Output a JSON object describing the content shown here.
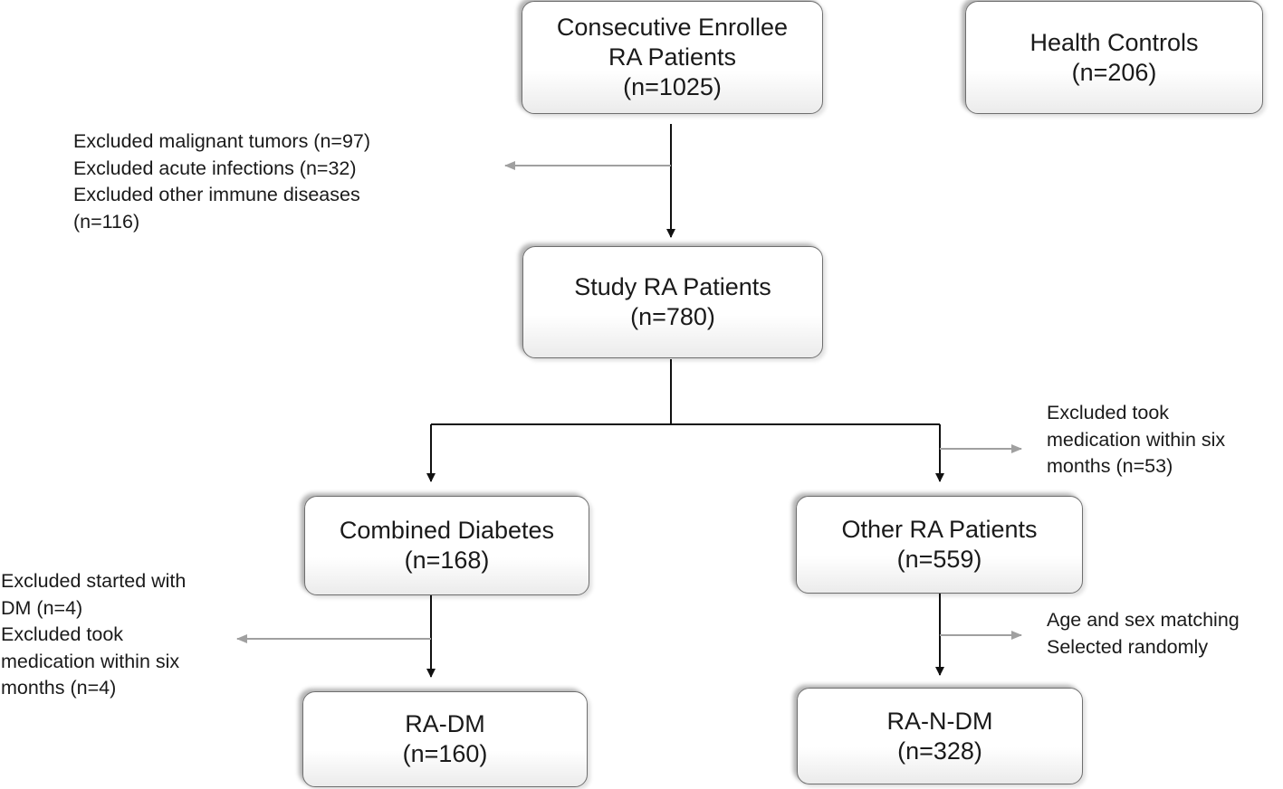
{
  "boxes": {
    "enrollee": {
      "line1": "Consecutive Enrollee",
      "line2": "RA Patients",
      "line3": "(n=1025)"
    },
    "controls": {
      "line1": "Health Controls",
      "line2": "(n=206)"
    },
    "study": {
      "line1": "Study RA Patients",
      "line2": "(n=780)"
    },
    "diabetes": {
      "line1": "Combined Diabetes",
      "line2": "(n=168)"
    },
    "other": {
      "line1": "Other RA Patients",
      "line2": "(n=559)"
    },
    "radm": {
      "line1": "RA-DM",
      "line2": "(n=160)"
    },
    "randm": {
      "line1": "RA-N-DM",
      "line2": "(n=328)"
    }
  },
  "notes": {
    "exclusion_top": [
      "Excluded malignant tumors (n=97)",
      "Excluded acute infections (n=32)",
      "Excluded other immune diseases",
      "(n=116)"
    ],
    "exclusion_right": [
      "Excluded took",
      "medication within six",
      "months (n=53)"
    ],
    "exclusion_left": [
      "Excluded started with",
      "DM (n=4)",
      "Excluded took",
      "medication within six",
      "months (n=4)"
    ],
    "matching": [
      "Age and sex matching",
      "Selected randomly"
    ]
  },
  "colors": {
    "main_line": "#111111",
    "side_arrow": "#a0a0a0",
    "box_border": "#6e6e6e"
  }
}
